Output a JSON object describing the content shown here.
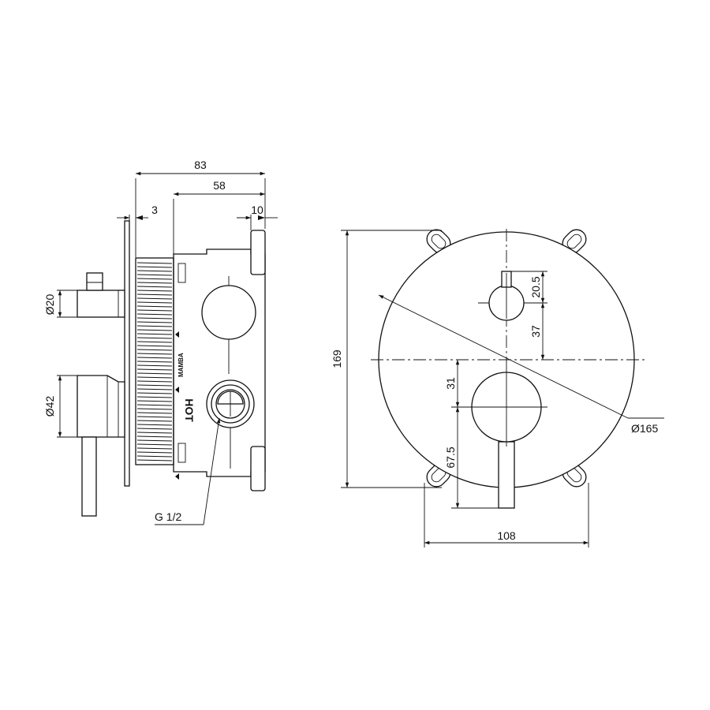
{
  "side_view": {
    "dims": {
      "overall_depth": "83",
      "box_depth": "58",
      "plate_thickness": "3",
      "flange": "10",
      "small_handle_dia": "Ø20",
      "large_handle_dia": "Ø42"
    },
    "thread_label": "G 1/2",
    "box_marking": "HOT",
    "brand_marking": "MAMBA"
  },
  "front_view": {
    "dims": {
      "height": "169",
      "plate_dia": "Ø165",
      "width_lugs": "108",
      "upper_offset": "20.5",
      "upper_center": "37",
      "lower_center": "31",
      "lever_length": "67.5"
    }
  }
}
